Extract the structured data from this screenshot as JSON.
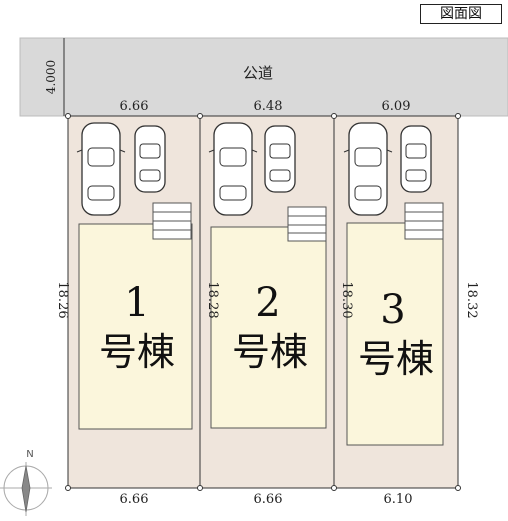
{
  "header": {
    "title": "図面図"
  },
  "road": {
    "label": "公道",
    "width": "4.000"
  },
  "lots": [
    {
      "number": "1",
      "suffix": "号棟",
      "frontage": "6.66",
      "rear": "6.66",
      "depth": "18.26"
    },
    {
      "number": "2",
      "suffix": "号棟",
      "frontage": "6.48",
      "rear": "6.66",
      "depth": "18.28"
    },
    {
      "number": "3",
      "suffix": "号棟",
      "frontage": "6.09",
      "rear": "6.10",
      "depth": "18.30"
    }
  ],
  "right_depth": "18.32",
  "compass": {
    "north": "N"
  },
  "colors": {
    "road": "#d9d9d9",
    "lot": "#efe5dc",
    "house": "#fbf6dc",
    "boundary": "#333333"
  }
}
